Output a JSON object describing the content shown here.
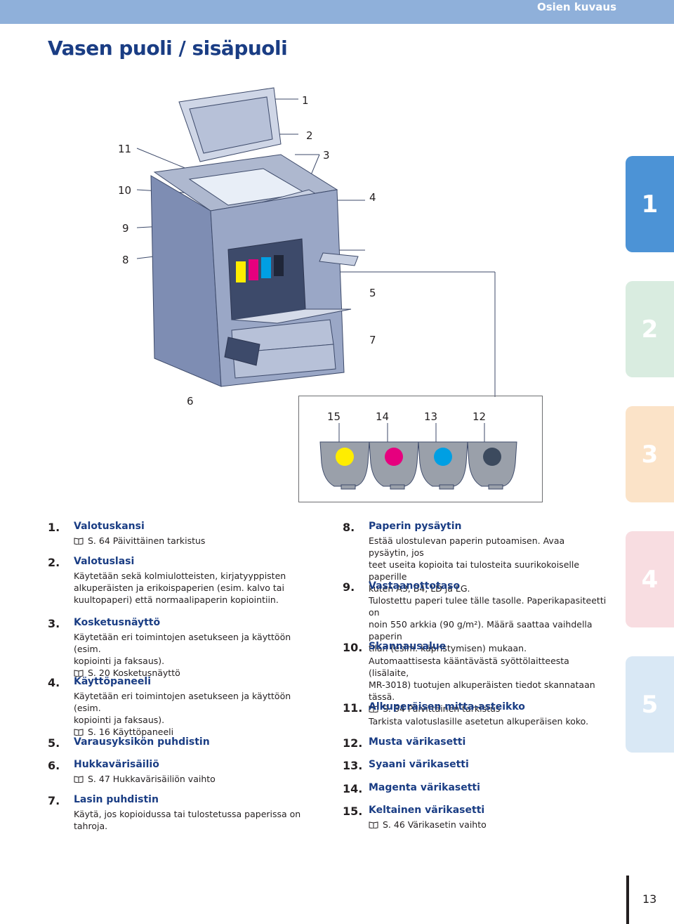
{
  "header": {
    "section": "Osien kuvaus",
    "color": "#8fb0da"
  },
  "page": {
    "title": "Vasen puoli / sisäpuoli",
    "number": "13"
  },
  "tabs": [
    {
      "label": "1",
      "color": "#4c93d6"
    },
    {
      "label": "2",
      "color": "#d9ece0"
    },
    {
      "label": "3",
      "color": "#fbe3c8"
    },
    {
      "label": "4",
      "color": "#f8dde1"
    },
    {
      "label": "5",
      "color": "#d9e8f5"
    }
  ],
  "callouts": {
    "c1": "1",
    "c2": "2",
    "c3": "3",
    "c4": "4",
    "c5": "5",
    "c6": "6",
    "c7": "7",
    "c8": "8",
    "c9": "9",
    "c10": "10",
    "c11": "11",
    "t15": "15",
    "t14": "14",
    "t13": "13",
    "t12": "12"
  },
  "toner_colors": [
    "#ffed00",
    "#e6007e",
    "#009fe3",
    "#3c4a5e"
  ],
  "items_left": [
    {
      "num": "1.",
      "head": "Valotuskansi",
      "body": [],
      "ref": "S. 64 Päivittäinen tarkistus"
    },
    {
      "num": "2.",
      "head": "Valotuslasi",
      "body": [
        "Käytetään sekä kolmiulotteisten, kirjatyyppisten",
        "alkuperäisten ja erikoispaperien (esim. kalvo tai",
        "kuultopaperi) että normaalipaperin kopiointiin."
      ],
      "ref": ""
    },
    {
      "num": "3.",
      "head": "Kosketusnäyttö",
      "body": [
        "Käytetään eri toimintojen asetukseen ja käyttöön (esim.",
        "kopiointi ja faksaus)."
      ],
      "ref": "S. 20 Kosketusnäyttö"
    },
    {
      "num": "4.",
      "head": "Käyttöpaneeli",
      "body": [
        "Käytetään eri toimintojen asetukseen ja käyttöön (esim.",
        "kopiointi ja faksaus)."
      ],
      "ref": "S. 16 Käyttöpaneeli"
    },
    {
      "num": "5.",
      "head": "Varausyksikön puhdistin",
      "body": [],
      "ref": ""
    },
    {
      "num": "6.",
      "head": "Hukkavärisäiliö",
      "body": [],
      "ref": "S. 47 Hukkavärisäiliön vaihto"
    },
    {
      "num": "7.",
      "head": "Lasin puhdistin",
      "body": [
        "Käytä, jos kopioidussa tai tulostetussa paperissa on",
        "tahroja."
      ],
      "ref": ""
    }
  ],
  "items_right": [
    {
      "num": "8.",
      "head": "Paperin pysäytin",
      "body": [
        "Estää ulostulevan paperin putoamisen. Avaa pysäytin, jos",
        "teet useita kopioita tai tulosteita suurikokoiselle paperille",
        "kuten A3, B4, LD ja LG."
      ],
      "ref": ""
    },
    {
      "num": "9.",
      "head": "Vastaanottotaso",
      "body": [
        "Tulostettu paperi tulee tälle tasolle. Paperikapasiteetti on",
        "noin 550 arkkia (90 g/m²). Määrä saattaa vaihdella paperin",
        "tilan (esim. käpristymisen) mukaan."
      ],
      "ref": ""
    },
    {
      "num": "10.",
      "head": "Skannausalue",
      "body": [
        "Automaattisesta kääntävästä syöttölaitteesta (lisälaite,",
        "MR-3018) tuotujen alkuperäisten tiedot skannataan tässä."
      ],
      "ref": "S. 64 Päivittäinen tarkistus"
    },
    {
      "num": "11.",
      "head": "Alkuperäisen mitta-asteikko",
      "body": [
        "Tarkista valotuslasille asetetun alkuperäisen koko."
      ],
      "ref": ""
    },
    {
      "num": "12.",
      "head": "Musta värikasetti",
      "body": [],
      "ref": ""
    },
    {
      "num": "13.",
      "head": "Syaani värikasetti",
      "body": [],
      "ref": ""
    },
    {
      "num": "14.",
      "head": "Magenta värikasetti",
      "body": [],
      "ref": ""
    },
    {
      "num": "15.",
      "head": "Keltainen värikasetti",
      "body": [],
      "ref": "S. 46 Värikasetin vaihto"
    }
  ]
}
